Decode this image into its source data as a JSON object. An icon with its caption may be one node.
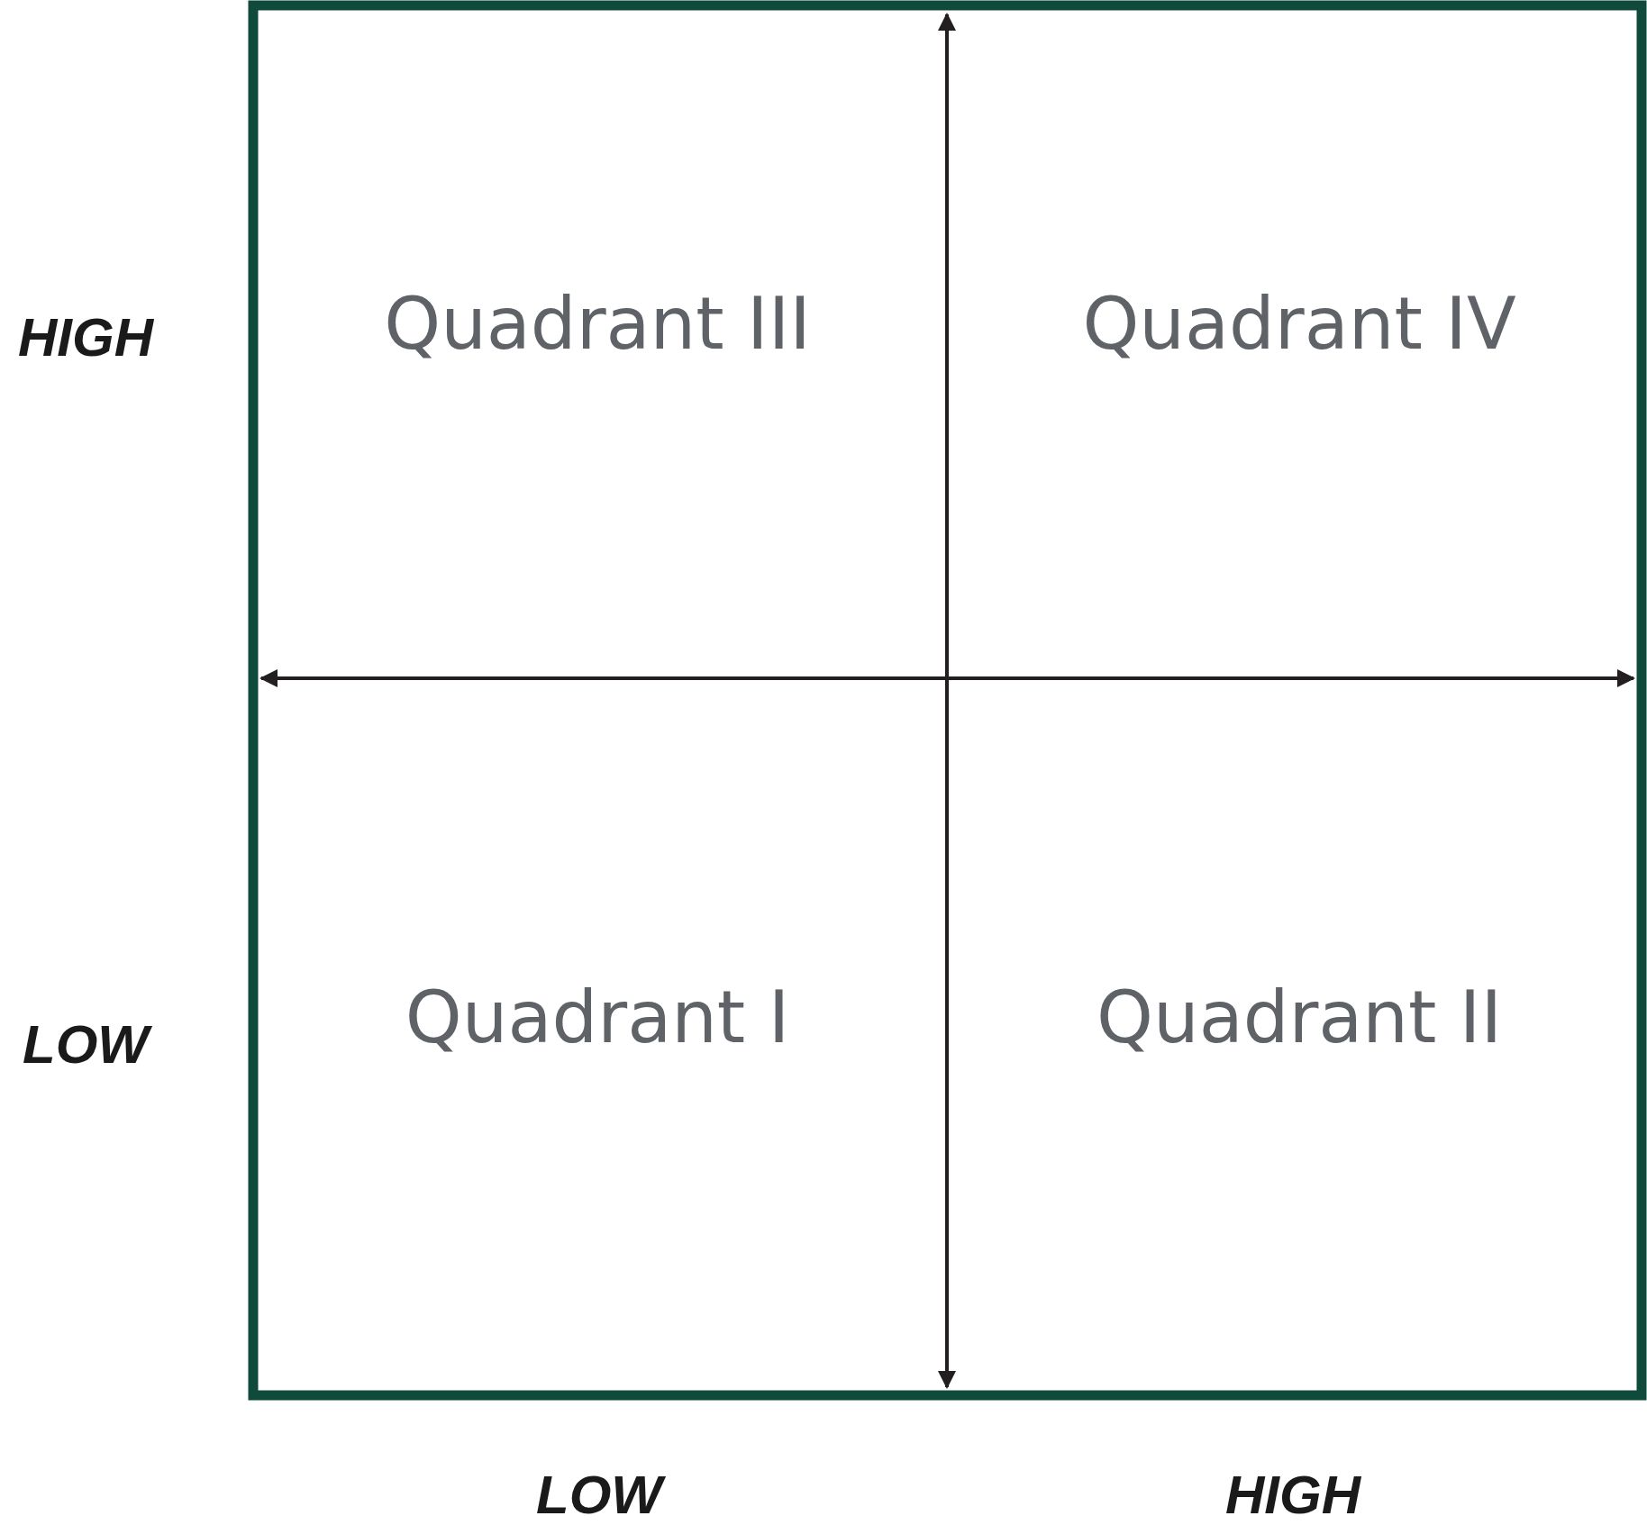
{
  "diagram": {
    "nodes": [
      {
        "text": [
          "Quadrant III"
        ]
      },
      {
        "text": [
          "Quadrant IV"
        ]
      },
      {
        "text": [
          "Quadrant I"
        ]
      },
      {
        "text": [
          "Quadrant II"
        ]
      }
    ],
    "edges": [],
    "labels": [
      "HIGH",
      "LOW",
      "LOW",
      "HIGH"
    ]
  }
}
